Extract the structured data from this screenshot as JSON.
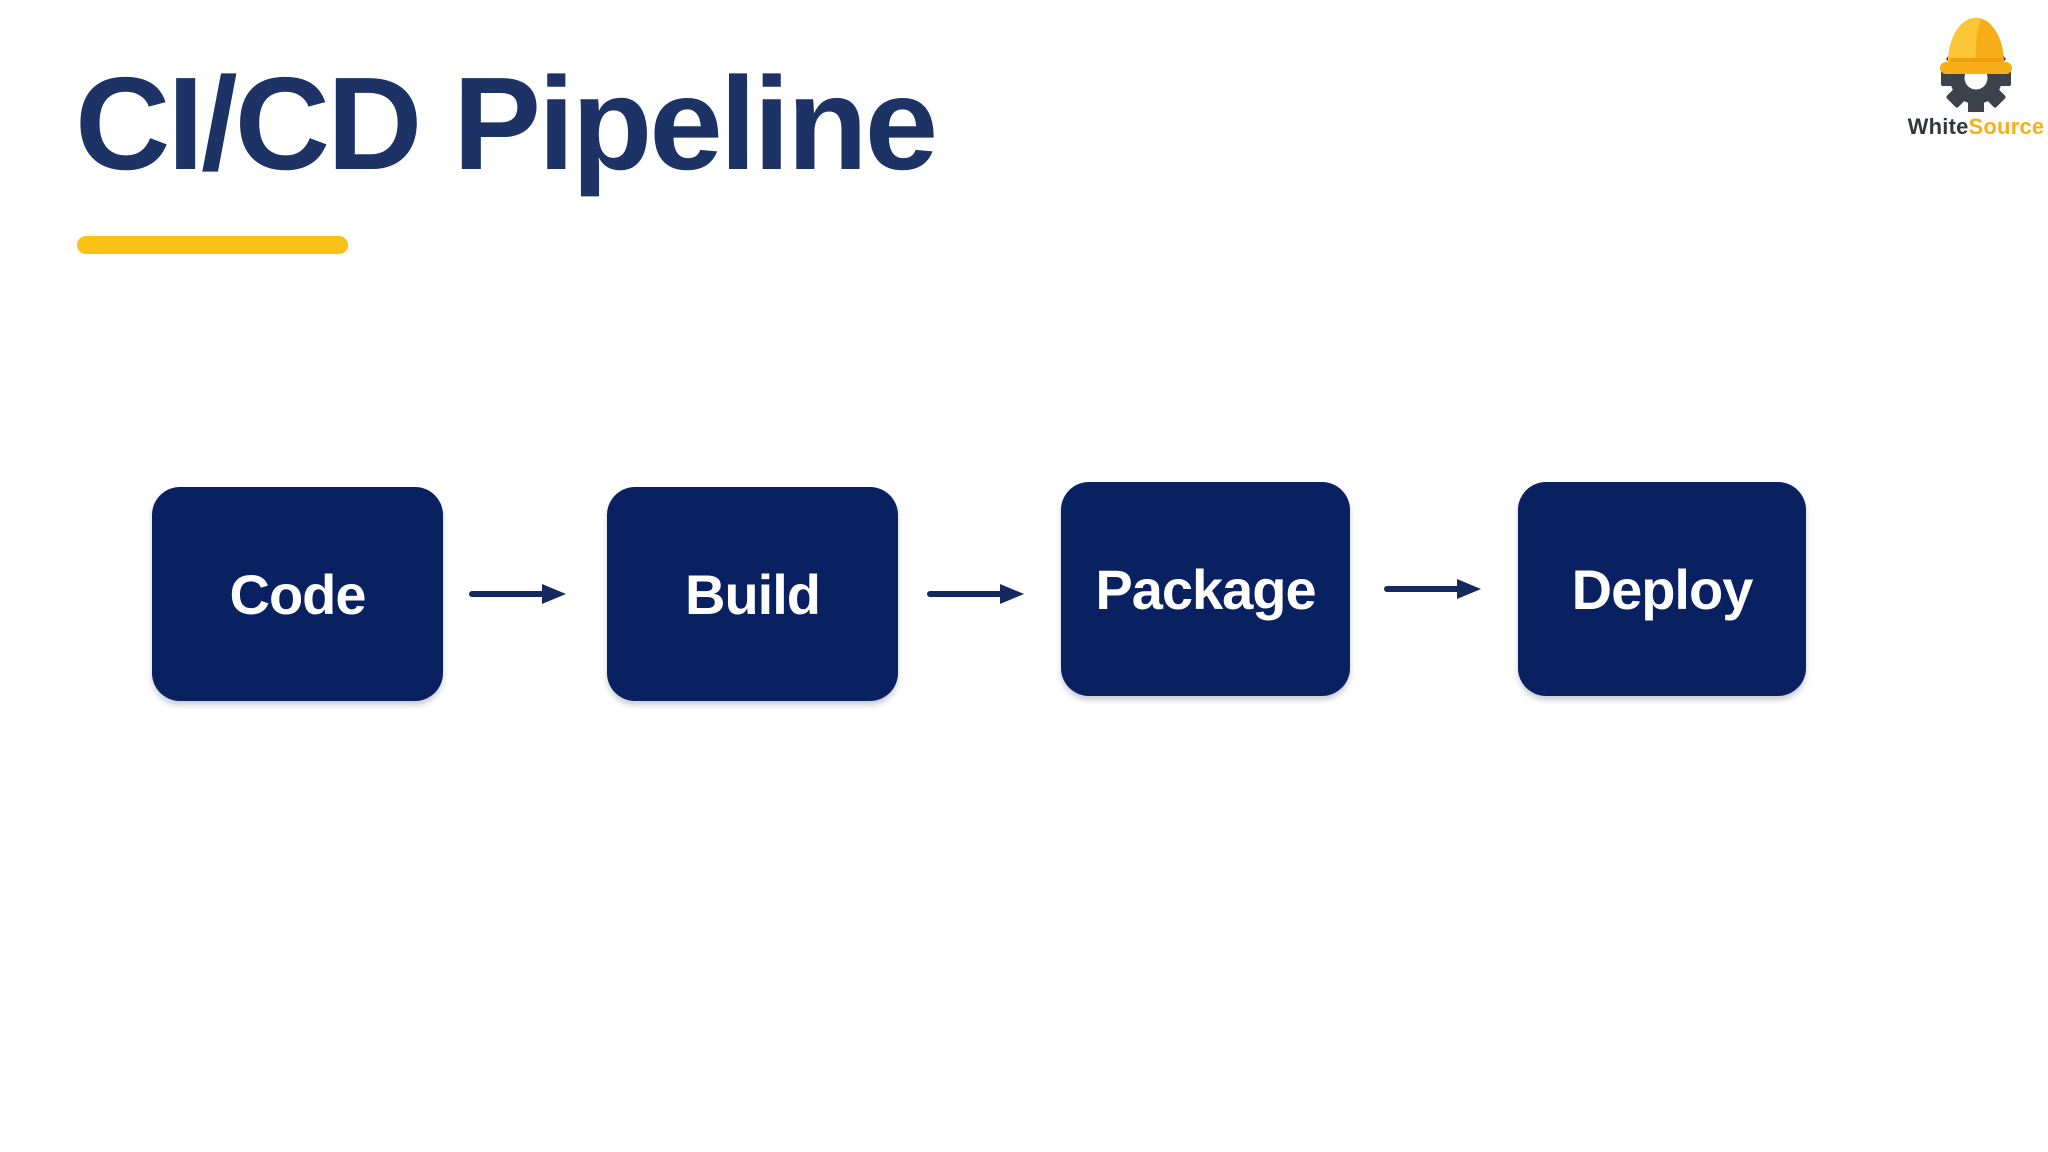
{
  "slide": {
    "title": "CI/CD Pipeline"
  },
  "logo": {
    "brand_white": "White",
    "brand_source": "Source",
    "icon": "hard-hat-gear-icon"
  },
  "pipeline": {
    "stages": [
      {
        "label": "Code"
      },
      {
        "label": "Build"
      },
      {
        "label": "Package"
      },
      {
        "label": "Deploy"
      }
    ],
    "arrow_icon": "right-arrow-icon"
  },
  "colors": {
    "background": "#ffffff",
    "title_navy": "#1d3366",
    "box_navy": "#0a2161",
    "arrow_navy": "#15295f",
    "accent_yellow": "#fcc117",
    "logo_gear_gray": "#3d424c",
    "logo_hat_yellow": "#f6ad17",
    "logo_hat_highlight": "#fcc637",
    "logo_source_yellow": "#f5b01e",
    "logo_white_text": "#33363e",
    "stage_text": "#ffffff"
  }
}
